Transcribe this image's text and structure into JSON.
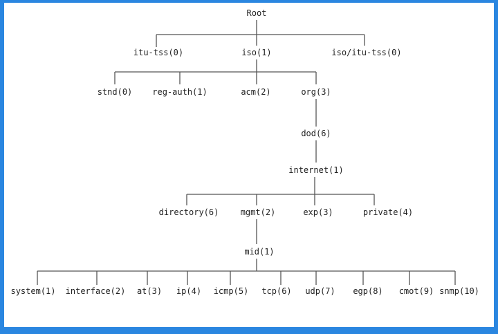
{
  "diagram": {
    "nodes": {
      "root": "Root",
      "itu_tss": "itu-tss(0)",
      "iso": "iso(1)",
      "iso_itu_tss": "iso/itu-tss(0)",
      "stnd": "stnd(0)",
      "reg_auth": "reg-auth(1)",
      "acm": "acm(2)",
      "org": "org(3)",
      "dod": "dod(6)",
      "internet": "internet(1)",
      "directory": "directory(6)",
      "mgmt": "mgmt(2)",
      "exp": "exp(3)",
      "private": "private(4)",
      "mib": "mid(1)",
      "system": "system(1)",
      "interface": "interface(2)",
      "at": "at(3)",
      "ip": "ip(4)",
      "icmp": "icmp(5)",
      "tcp": "tcp(6)",
      "udp": "udp(7)",
      "egp": "egp(8)",
      "cmot": "cmot(9)",
      "snmp": "snmp(10)"
    },
    "colors": {
      "border": "#2a86e0",
      "line": "#555555",
      "text": "#222222"
    }
  }
}
